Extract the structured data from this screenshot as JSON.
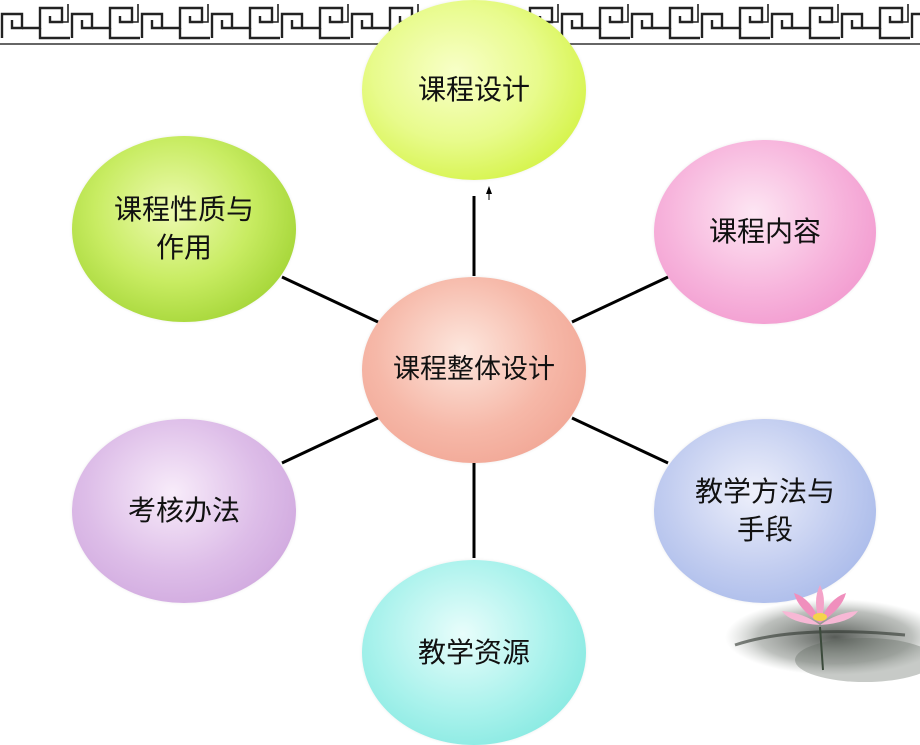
{
  "diagram": {
    "center": "课程整体设计",
    "nodes": {
      "top": "课程设计",
      "top_left": "课程性质与\n作用",
      "top_right": "课程内容",
      "bottom_left": "考核办法",
      "bottom_right": "教学方法与\n手段",
      "bottom": "教学资源"
    }
  },
  "colors": {
    "line": "#000000",
    "top": "#d8f53c",
    "top_left": "#a8d838",
    "top_right": "#f29fd2",
    "center": "#f2a898",
    "bottom_left": "#d3ace0",
    "bottom_right": "#aebdec",
    "bottom": "#8cebe3"
  },
  "decorations": {
    "border_pattern": "chinese-fret-border",
    "corner_image": "lotus-ink-painting"
  }
}
